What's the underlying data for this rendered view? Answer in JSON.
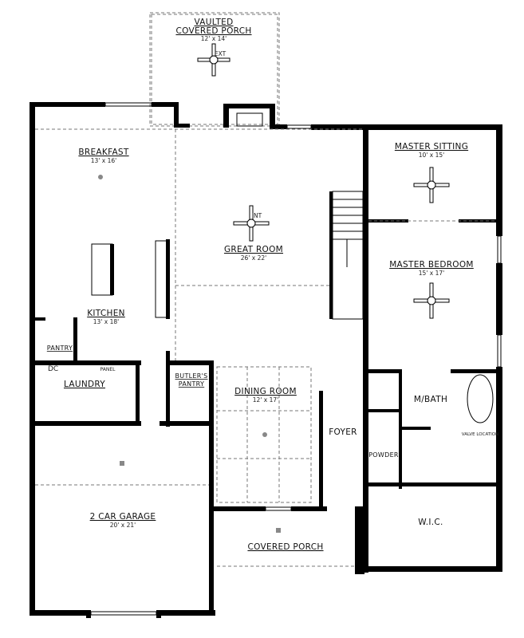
{
  "plan": {
    "rooms": [
      {
        "name": "VAULTED",
        "dims": ""
      },
      {
        "name": "COVERED PORCH",
        "dims": "12' x 14'"
      },
      {
        "name": "BREAKFAST",
        "dims": "13' x 16'"
      },
      {
        "name": "GREAT ROOM",
        "dims": "26' x 22'"
      },
      {
        "name": "MASTER SITTING",
        "dims": "10' x 15'"
      },
      {
        "name": "MASTER BEDROOM",
        "dims": "15' x 17'"
      },
      {
        "name": "KITCHEN",
        "dims": "13' x 18'"
      },
      {
        "name": "PANTRY",
        "dims": ""
      },
      {
        "name": "LAUNDRY",
        "dims": ""
      },
      {
        "name": "BUTLER'S",
        "dims": ""
      },
      {
        "name": "PANTRY",
        "dims": ""
      },
      {
        "name": "DINING ROOM",
        "dims": "12' x 17'"
      },
      {
        "name": "FOYER",
        "dims": ""
      },
      {
        "name": "POWDER",
        "dims": ""
      },
      {
        "name": "M/BATH",
        "dims": ""
      },
      {
        "name": "W.I.C.",
        "dims": ""
      },
      {
        "name": "2 CAR GARAGE",
        "dims": "20' x 21'"
      },
      {
        "name": "COVERED PORCH",
        "dims": ""
      }
    ],
    "notes": {
      "dc": "DC",
      "panel": "PANEL",
      "valve_location": "VALVE LOCATION",
      "fan_ext": "EXT",
      "fan_int": "INT"
    }
  }
}
